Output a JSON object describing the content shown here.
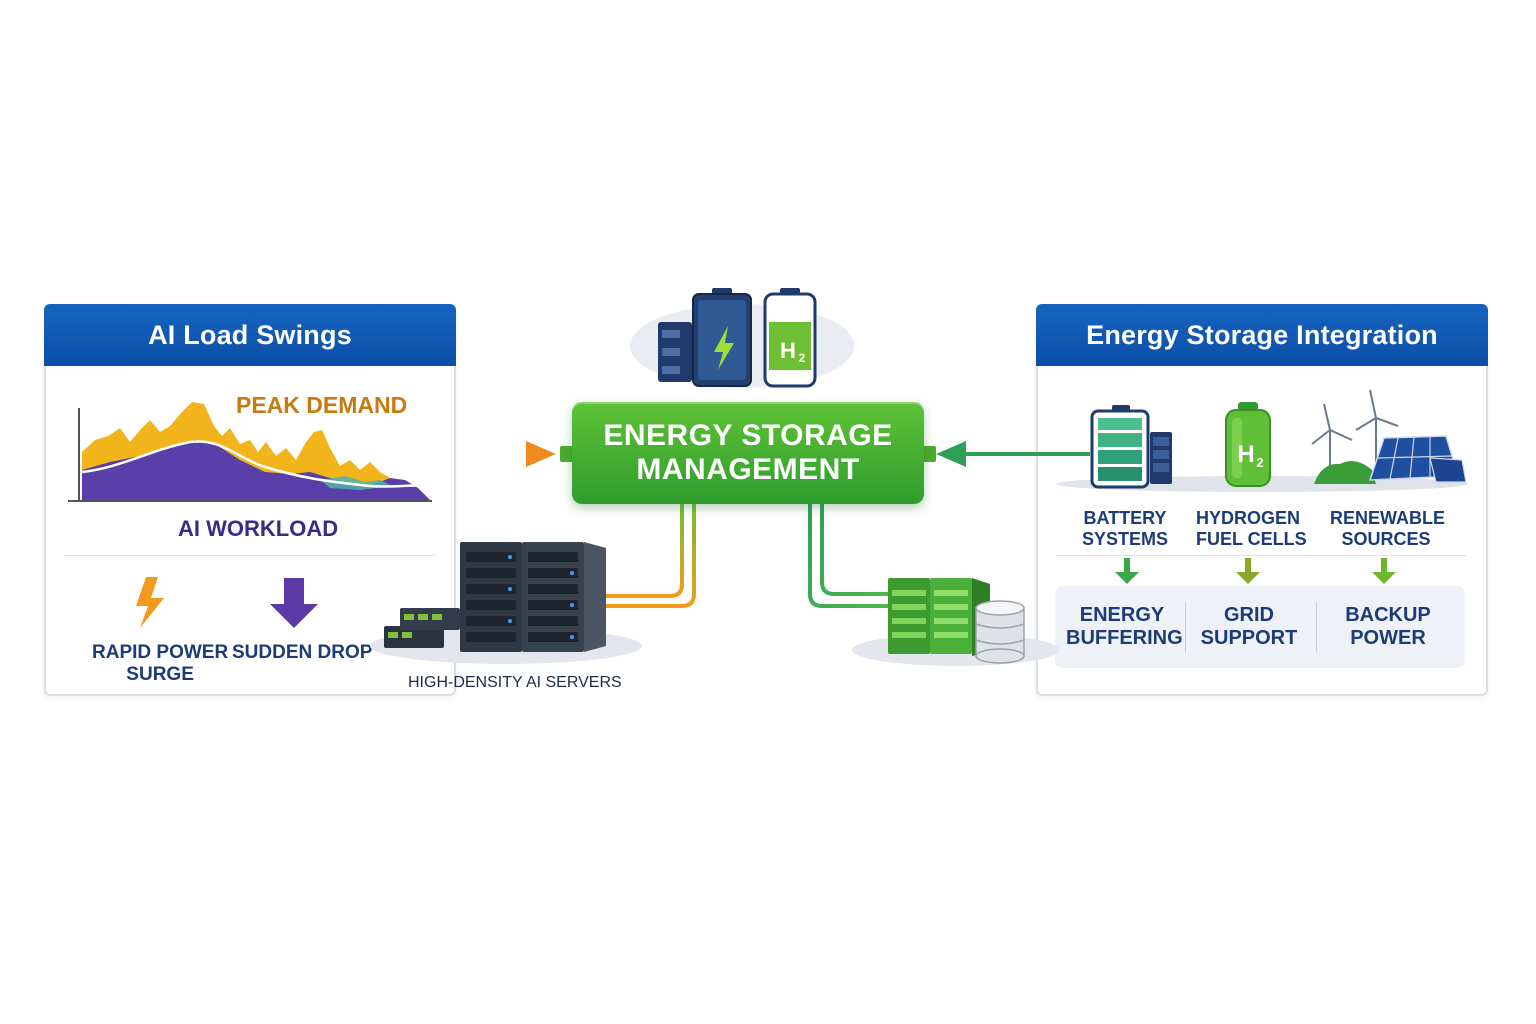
{
  "left_panel": {
    "title": "AI Load Swings",
    "peak_label": "PEAK DEMAND",
    "workload_label": "AI WORKLOAD",
    "surge_label_line1": "RAPID POWER",
    "surge_label_line2": "SURGE",
    "drop_label": "SUDDEN DROP"
  },
  "center": {
    "title_line1": "ENERGY STORAGE",
    "title_line2": "MANAGEMENT",
    "hydrogen_symbol": "H",
    "hydrogen_subscript": "2",
    "servers_label": "HIGH-DENSITY AI SERVERS"
  },
  "right_panel": {
    "title": "Energy Storage Integration",
    "sources": [
      {
        "line1": "BATTERY",
        "line2": "SYSTEMS"
      },
      {
        "line1": "HYDROGEN",
        "line2": "FUEL CELLS"
      },
      {
        "line1": "RENEWABLE",
        "line2": "SOURCES"
      }
    ],
    "outcomes": [
      {
        "line1": "ENERGY",
        "line2": "BUFFERING"
      },
      {
        "line1": "GRID",
        "line2": "SUPPORT"
      },
      {
        "line1": "BACKUP",
        "line2": "POWER"
      }
    ]
  },
  "colors": {
    "header_blue": "#1565c0",
    "management_green": "#3aa834",
    "surge_orange": "#f39a1e",
    "drop_purple": "#5b3aa6",
    "workload_purple": "#5a3fa8",
    "peak_yellow": "#f2b41b"
  },
  "icons": [
    "lightning-icon",
    "down-arrow-icon",
    "battery-icon",
    "hydrogen-tank-icon",
    "wind-turbine-icon",
    "solar-panel-icon",
    "server-rack-icon",
    "storage-cabinet-icon",
    "database-icon"
  ]
}
